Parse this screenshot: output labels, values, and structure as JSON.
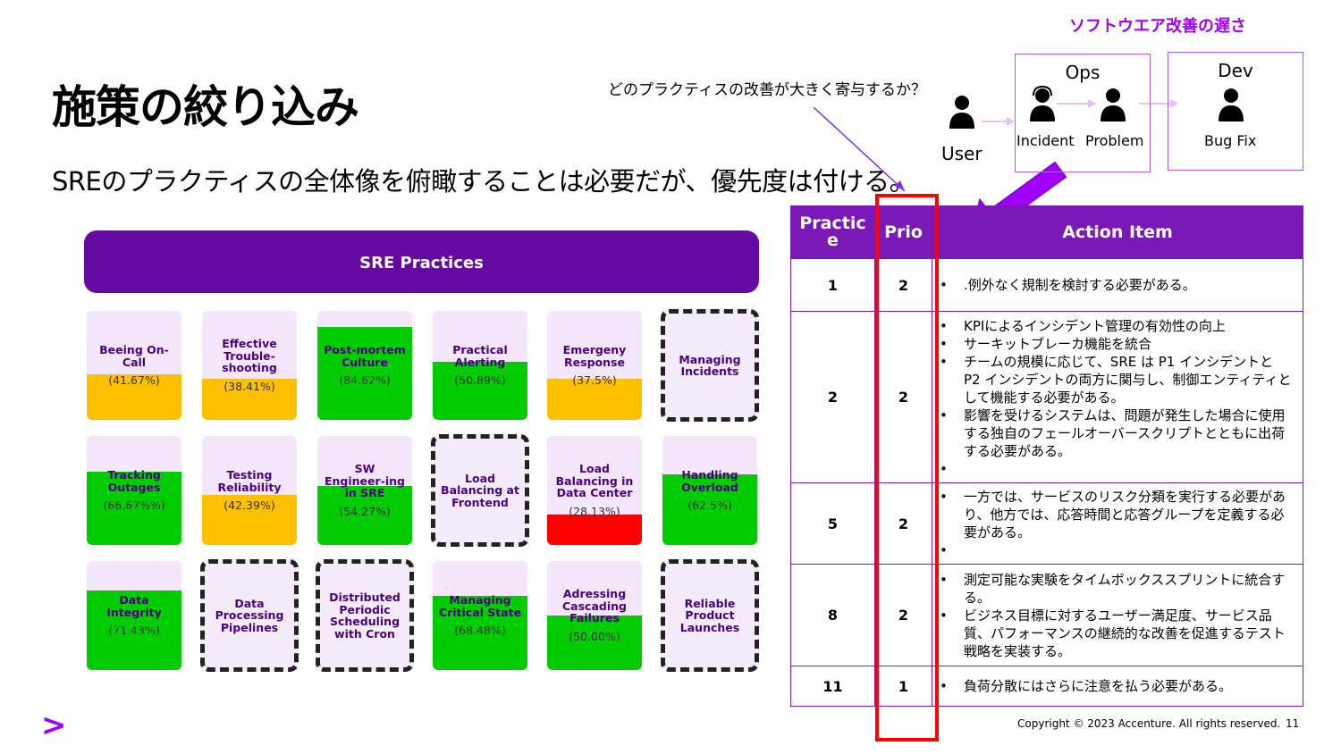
{
  "title": "施策の絞り込み",
  "subtitle": "SREのプラクティスの全体像を俯瞰することは必要だが、優先度は付ける。",
  "callout": "どのプラクティスの改善が大きく寄与するか？",
  "top_right_label": "ソフトウエア改善の遅さ",
  "flow": {
    "user_label": "User",
    "ops_label": "Ops",
    "dev_label": "Dev",
    "incident_label": "Incident",
    "problem_label": "Problem",
    "bugfix_label": "Bug Fix"
  },
  "sre_header": "SRE Practices",
  "colors": {
    "green": "#00cc00",
    "amber": "#ffc000",
    "red": "#ff0000",
    "purple": "#640aa0",
    "accent": "#a100ff"
  },
  "tiles": [
    {
      "name": "Beeing On-Call",
      "percent": "(41.67%)",
      "level": 0.42,
      "status": "amber"
    },
    {
      "name": "Effective Trouble-shooting",
      "percent": "(38.41%)",
      "level": 0.38,
      "status": "amber"
    },
    {
      "name": "Post-mortem Culture",
      "percent": "(84.62%)",
      "level": 0.85,
      "status": "green"
    },
    {
      "name": "Practical Alerting",
      "percent": "(50.89%)",
      "level": 0.53,
      "status": "green"
    },
    {
      "name": "Emergeny Response",
      "percent": "(37.5%)",
      "level": 0.38,
      "status": "amber"
    },
    {
      "name": "Managing Incidents",
      "percent": "",
      "level": 0,
      "status": "none"
    },
    {
      "name": "Tracking Outages",
      "percent": "(66.67%%)",
      "level": 0.67,
      "status": "green"
    },
    {
      "name": "Testing Reliability",
      "percent": "(42.39%)",
      "level": 0.46,
      "status": "amber"
    },
    {
      "name": "SW Engineer-ing in SRE",
      "percent": "(54.27%)",
      "level": 0.54,
      "status": "green"
    },
    {
      "name": "Load Balancing at Frontend",
      "percent": "",
      "level": 0,
      "status": "none"
    },
    {
      "name": "Load Balancing in Data Center",
      "percent": "(28.13%)",
      "level": 0.28,
      "status": "red"
    },
    {
      "name": "Handling Overload",
      "percent": "(62.5%)",
      "level": 0.65,
      "status": "green"
    },
    {
      "name": "Data Integrity",
      "percent": "(71.43%)",
      "level": 0.73,
      "status": "green"
    },
    {
      "name": "Data Processing Pipelines",
      "percent": "",
      "level": 0,
      "status": "none"
    },
    {
      "name": "Distributed Periodic Scheduling with Cron",
      "percent": "",
      "level": 0,
      "status": "none"
    },
    {
      "name": "Managing Critical State",
      "percent": "(68.48%)",
      "level": 0.68,
      "status": "green"
    },
    {
      "name": "Adressing Cascading Failures",
      "percent": "(50.00%)",
      "level": 0.5,
      "status": "green"
    },
    {
      "name": "Reliable Product Launches",
      "percent": "",
      "level": 0,
      "status": "none"
    }
  ],
  "table": {
    "headers": [
      "Practic e",
      "Prio",
      "Action Item"
    ],
    "rows": [
      {
        "practice": "1",
        "prio": "2",
        "items": [
          ".例外なく規制を検討する必要がある。"
        ]
      },
      {
        "practice": "2",
        "prio": "2",
        "items": [
          "KPIによるインシデント管理の有効性の向上",
          "サーキットブレーカ機能を統合",
          "チームの規模に応じて、SRE は P1 インシデントと P2 インシデントの両方に関与し、制御エンティティとして機能する必要がある。",
          "影響を受けるシステムは、問題が発生した場合に使用する独自のフェールオーバースクリプトとともに出荷する必要がある。",
          ""
        ]
      },
      {
        "practice": "5",
        "prio": "2",
        "items": [
          "一方では、サービスのリスク分類を実行する必要があり、他方では、応答時間と応答グループを定義する必要がある。",
          ""
        ]
      },
      {
        "practice": "8",
        "prio": "2",
        "items": [
          "測定可能な実験をタイムボックススプリントに統合する。",
          "ビジネス目標に対するユーザー満足度、サービス品質、パフォーマンスの継続的な改善を促進するテスト戦略を実装する。"
        ]
      },
      {
        "practice": "11",
        "prio": "1",
        "items": [
          "負荷分散にはさらに注意を払う必要がある。"
        ]
      }
    ]
  },
  "footer": {
    "copyright": "Copyright © 2023 Accenture. All rights reserved.",
    "page": "11",
    "logo": ">"
  }
}
